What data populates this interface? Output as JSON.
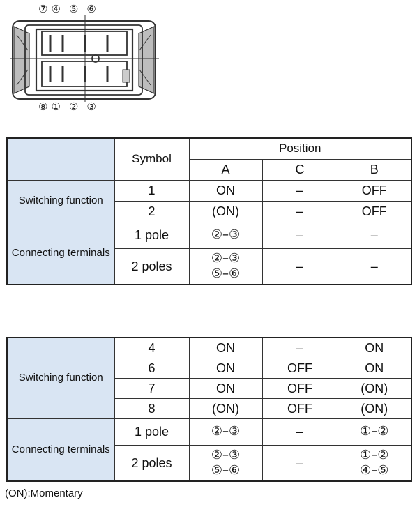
{
  "diagram": {
    "top_terminals": [
      "⑦",
      "④",
      "⑤",
      "⑥"
    ],
    "bottom_terminals": [
      "⑧",
      "①",
      "②",
      "③"
    ]
  },
  "table1": {
    "header_symbol": "Symbol",
    "header_position": "Position",
    "positions": [
      "A",
      "C",
      "B"
    ],
    "switching_label": "Switching function",
    "switching_rows": [
      {
        "symbol": "1",
        "a": "ON",
        "c": "–",
        "b": "OFF"
      },
      {
        "symbol": "2",
        "a": "(ON)",
        "c": "–",
        "b": "OFF"
      }
    ],
    "connecting_label": "Connecting terminals",
    "connecting_rows": [
      {
        "symbol": "1 pole",
        "a": [
          "②–③"
        ],
        "c": "–",
        "b": [
          "–"
        ]
      },
      {
        "symbol": "2 poles",
        "a": [
          "②–③",
          "⑤–⑥"
        ],
        "c": "–",
        "b": [
          "–"
        ]
      }
    ]
  },
  "table2": {
    "switching_label": "Switching function",
    "switching_rows": [
      {
        "symbol": "4",
        "a": "ON",
        "c": "–",
        "b": "ON"
      },
      {
        "symbol": "6",
        "a": "ON",
        "c": "OFF",
        "b": "ON"
      },
      {
        "symbol": "7",
        "a": "ON",
        "c": "OFF",
        "b": "(ON)"
      },
      {
        "symbol": "8",
        "a": "(ON)",
        "c": "OFF",
        "b": "(ON)"
      }
    ],
    "connecting_label": "Connecting terminals",
    "connecting_rows": [
      {
        "symbol": "1 pole",
        "a": [
          "②–③"
        ],
        "c": "–",
        "b": [
          "①–②"
        ]
      },
      {
        "symbol": "2 poles",
        "a": [
          "②–③",
          "⑤–⑥"
        ],
        "c": "–",
        "b": [
          "①–②",
          "④–⑤"
        ]
      }
    ]
  },
  "note": "(ON):Momentary"
}
